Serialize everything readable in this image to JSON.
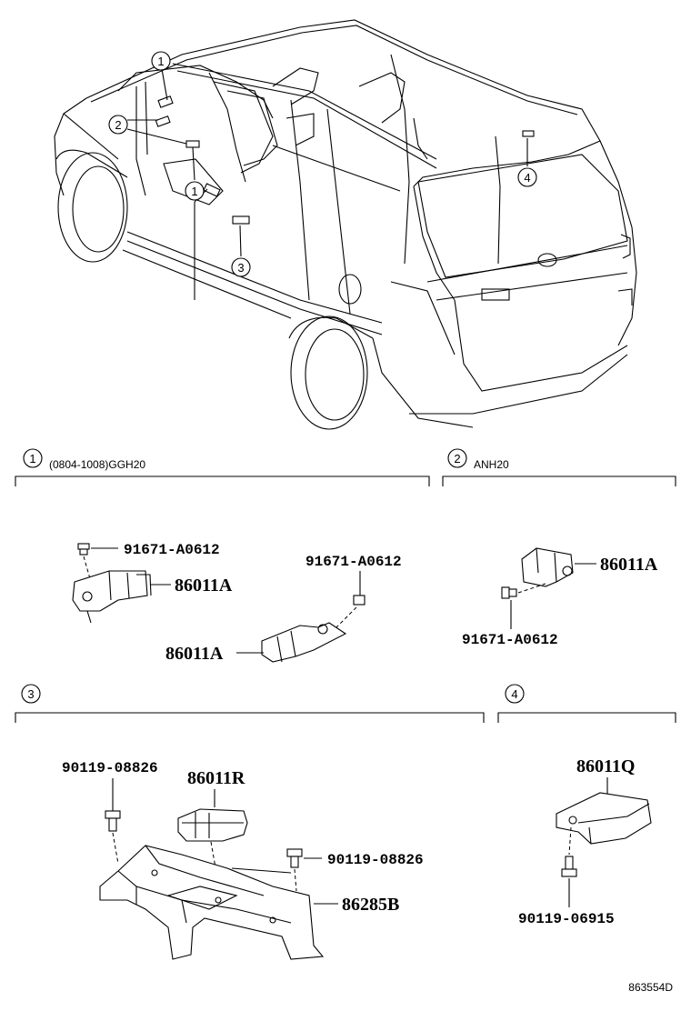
{
  "callouts": [
    "1",
    "2",
    "3",
    "4"
  ],
  "sections": {
    "s1": {
      "num": "1",
      "label": "(0804-1008)GGH20"
    },
    "s2": {
      "num": "2",
      "label": "ANH20"
    },
    "s3": {
      "num": "3",
      "label": ""
    },
    "s4": {
      "num": "4",
      "label": ""
    }
  },
  "parts": {
    "s1_bolt_a": "91671-A0612",
    "s1_sensor_a": "86011A",
    "s1_bolt_b": "91671-A0612",
    "s1_sensor_b": "86011A",
    "s2_sensor": "86011A",
    "s2_bolt": "91671-A0612",
    "s3_bolt_left": "90119-08826",
    "s3_sensor": "86011R",
    "s3_bolt_right": "90119-08826",
    "s3_bracket": "86285B",
    "s4_sensor": "86011Q",
    "s4_bolt": "90119-06915"
  },
  "diagram_id": "863554D"
}
